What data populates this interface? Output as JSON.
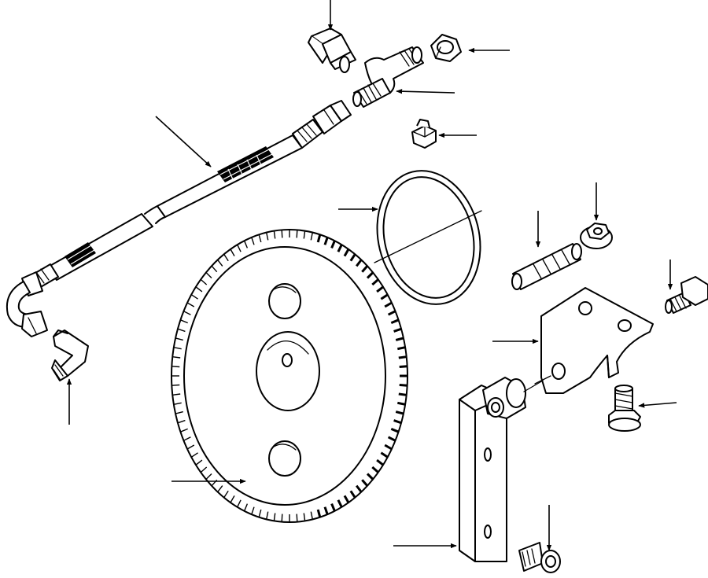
{
  "diagram": {
    "type": "exploded-parts-view",
    "text_labels": [],
    "colors": {
      "line": "#000000",
      "background": "#ffffff"
    },
    "parts": [
      "fitting-upper",
      "tee-fitting",
      "cap-nut",
      "adapter-nipple",
      "bleed-plug",
      "hose-assembly",
      "elbow-fitting",
      "o-ring",
      "ring-gear-disc",
      "stud",
      "flange-nut",
      "bracket",
      "bolt-upper",
      "bolt-lower",
      "support-plate",
      "pin-bushing",
      "bolt-bottom"
    ],
    "callout_arrow_count": 14
  }
}
